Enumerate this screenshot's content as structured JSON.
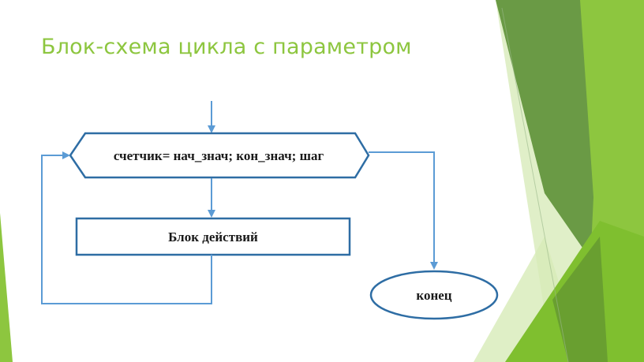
{
  "slide": {
    "title": "Блок-схема цикла с параметром"
  },
  "flowchart": {
    "loop_header": "счетчик= нач_знач; кон_знач; шаг",
    "action_block": "Блок действий",
    "end_terminal": "конец"
  },
  "colors": {
    "title": "#8dc63f",
    "shape_stroke": "#2e6da4",
    "arrow": "#5b9bd5",
    "accent_green": "#8dc63f"
  }
}
